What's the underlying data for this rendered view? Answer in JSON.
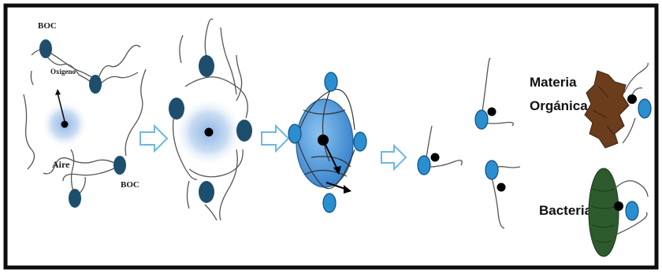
{
  "colors": {
    "frame": "#0d0d0d",
    "boc_dark": "#1e4e6e",
    "boc_light": "#2a8fd1",
    "bubble_glow": "#b9d4ef",
    "bubble_filled": "#5aa2df",
    "arrow_outline": "#6fb6e2",
    "organic_matter": "#6b3d1c",
    "bacteria": "#2e5b2e",
    "chain": "#555555"
  },
  "icons": [
    "boc-molecule",
    "air-bubble",
    "process-arrow",
    "organic-matter",
    "bacteria-cell"
  ],
  "labels": {
    "boc_top": "BOC",
    "oxigeno": "Oxigeno",
    "aire": "Aire",
    "boc_bottom": "BOC",
    "materia_line1": "Materia",
    "materia_line2": "Orgánica",
    "bacteria": "Bacteria"
  }
}
